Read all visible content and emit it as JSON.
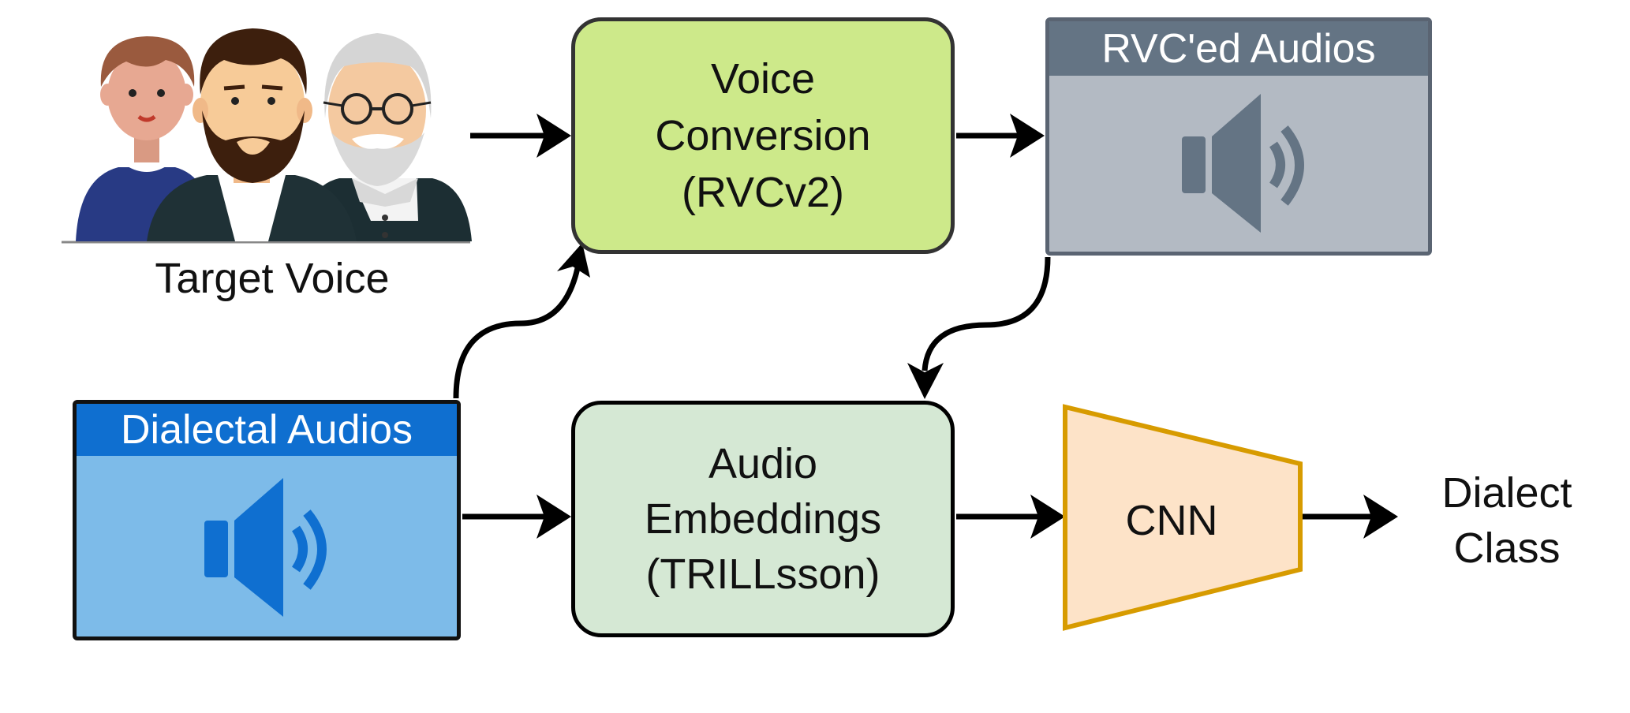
{
  "diagram": {
    "target_voice": {
      "label": "Target Voice",
      "icon": "people-icon"
    },
    "voice_conversion": {
      "lines": [
        "Voice",
        "Conversion",
        "(RVCv2)"
      ],
      "fill": "#cde98a"
    },
    "rvc_audios": {
      "title": "RVC'ed Audios",
      "icon": "speaker-icon",
      "fill": "#b3bac3",
      "header": "#647484"
    },
    "dialectal_audios": {
      "title": "Dialectal Audios",
      "icon": "speaker-icon",
      "fill": "#7dbbe9",
      "header": "#0f6fd0"
    },
    "audio_embeddings": {
      "lines": [
        "Audio",
        "Embeddings",
        "(TRILLsson)"
      ],
      "fill": "#d5e8d4"
    },
    "cnn": {
      "label": "CNN",
      "fill": "#fde3c8",
      "stroke": "#d79b00"
    },
    "output": {
      "lines": [
        "Dialect",
        "Class"
      ]
    }
  }
}
